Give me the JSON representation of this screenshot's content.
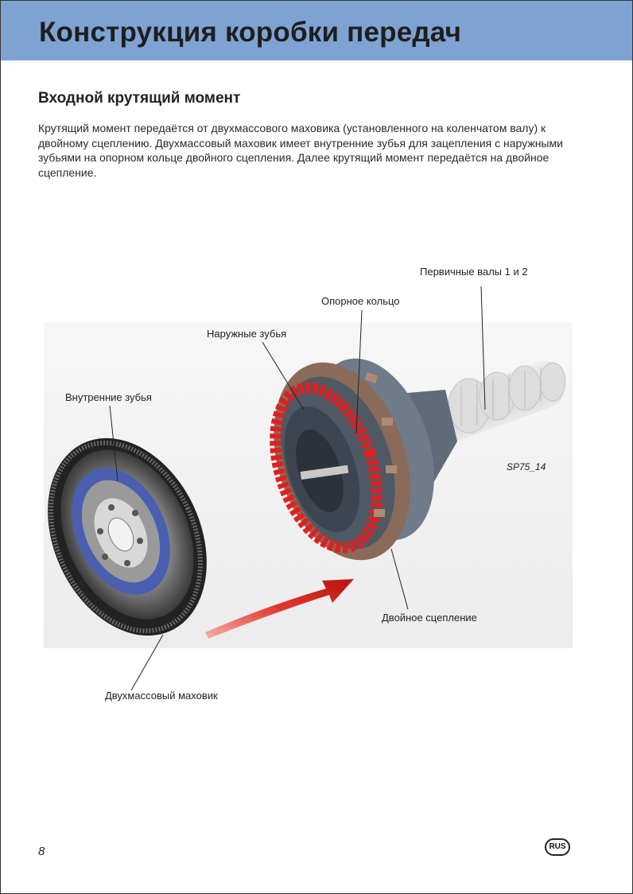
{
  "header": {
    "title": "Конструкция коробки передач"
  },
  "section": {
    "heading": "Входной крутящий момент",
    "paragraph": "Крутящий момент передаётся от двухмассового маховика (установленного на коленчатом валу) к двойному сцеплению. Двухмассовый маховик имеет внутренние зубья для зацепления с наружными зубьями на опорном кольце двойного сцепления. Далее крутящий момент передаётся на двойное сцепление."
  },
  "figure": {
    "labels": {
      "input_shafts": "Первичные валы 1 и 2",
      "support_ring": "Опорное кольцо",
      "external_teeth": "Наружные зубья",
      "internal_teeth": "Внутренние зубья",
      "dual_clutch": "Двойное сцепление",
      "dual_mass_flywheel": "Двухмассовый маховик"
    },
    "code": "SP75_14"
  },
  "footer": {
    "page_number": "8",
    "language_badge": "RUS"
  },
  "colors": {
    "title_bar": "#7ea3d3",
    "arrow": "#d8201c",
    "teeth_red": "#e02020",
    "flywheel_blue": "#4a5fb0",
    "clutch_bronze": "#8a6a58"
  }
}
